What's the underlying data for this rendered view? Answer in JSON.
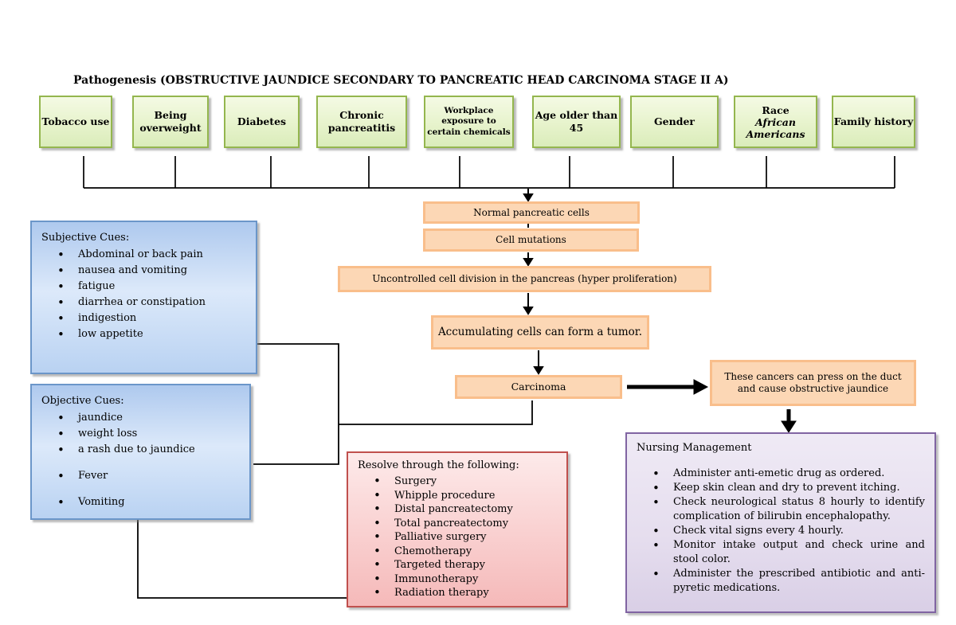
{
  "title": "Pathogenesis (OBSTRUCTIVE JAUNDICE SECONDARY TO PANCREATIC HEAD CARCINOMA STAGE II A)",
  "risk_factors": [
    {
      "label": "Tobacco use"
    },
    {
      "label": "Being overweight"
    },
    {
      "label": "Diabetes"
    },
    {
      "label": "Chronic pancreatitis"
    },
    {
      "label": "Workplace exposure to certain chemicals"
    },
    {
      "label": "Age older than 45"
    },
    {
      "label": "Gender"
    },
    {
      "label": "Race",
      "sublabel": "African Americans"
    },
    {
      "label": "Family history"
    }
  ],
  "pathway": {
    "normal_cells": "Normal pancreatic cells",
    "cell_mutations": "Cell mutations",
    "uncontrolled_division": "Uncontrolled cell division in the pancreas (hyper proliferation)",
    "tumor": "Accumulating cells can form a tumor.",
    "carcinoma": "Carcinoma",
    "duct_obstruction": "These cancers can press on the duct and cause obstructive jaundice"
  },
  "subjective_cues": {
    "title": "Subjective Cues:",
    "items": [
      "Abdominal or back pain",
      "nausea and vomiting",
      "fatigue",
      "diarrhea or constipation",
      "indigestion",
      "low appetite"
    ]
  },
  "objective_cues": {
    "title": "Objective Cues:",
    "items": [
      "jaundice",
      "weight loss",
      "a rash due to jaundice",
      "Fever",
      "Vomiting"
    ]
  },
  "resolve": {
    "title": "Resolve through the following:",
    "items": [
      "Surgery",
      "Whipple procedure",
      "Distal pancreatectomy",
      "Total pancreatectomy",
      "Palliative surgery",
      "Chemotherapy",
      "Targeted therapy",
      "Immunotherapy",
      "Radiation therapy"
    ]
  },
  "nursing": {
    "title": "Nursing Management",
    "items": [
      "Administer anti-emetic drug as ordered.",
      "Keep skin clean and dry to prevent itching.",
      "Check neurological status 8 hourly to identify complication of bilirubin encephalopathy.",
      "Check vital signs every 4 hourly.",
      "Monitor intake output and check urine and stool color.",
      "Administer the prescribed antibiotic and anti-pyretic medications."
    ]
  },
  "colors": {
    "green_fill": "#e7f3cc",
    "green_border": "#94b64e",
    "orange_fill": "#fcd7b5",
    "orange_border": "#f9be8b",
    "blue_fill": "#c7daf4",
    "blue_border": "#6b96c9",
    "pink_fill": "#f9cfcf",
    "pink_border": "#c0504d",
    "purple_fill": "#e5ddee",
    "purple_border": "#8064a2",
    "line": "#000000"
  }
}
